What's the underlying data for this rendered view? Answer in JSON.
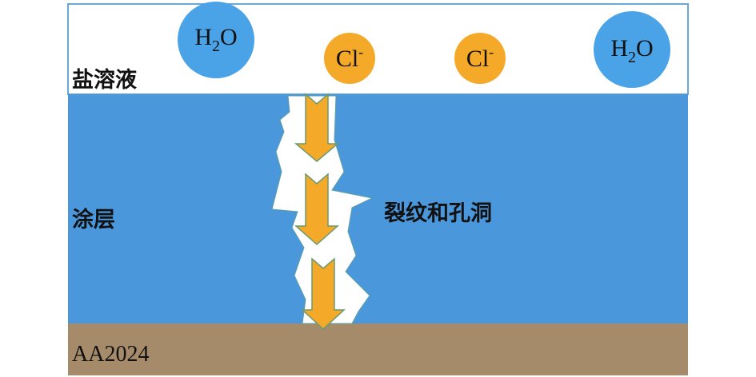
{
  "layers": {
    "solution": "盐溶液",
    "coating": "涂层",
    "substrate": "AA2024"
  },
  "crack_label": "裂纹和孔洞",
  "molecules": [
    {
      "base": "H",
      "sub": "2",
      "rest": "O"
    },
    {
      "base": "Cl",
      "sup": "-"
    },
    {
      "base": "Cl",
      "sup": "-"
    },
    {
      "base": "H",
      "sub": "2",
      "rest": "O"
    }
  ],
  "colors": {
    "water": "#4aa3e6",
    "chloride": "#f4a928",
    "coating": "#4a97dc",
    "substrate": "#a58b6a",
    "arrow": "#f4a928"
  }
}
